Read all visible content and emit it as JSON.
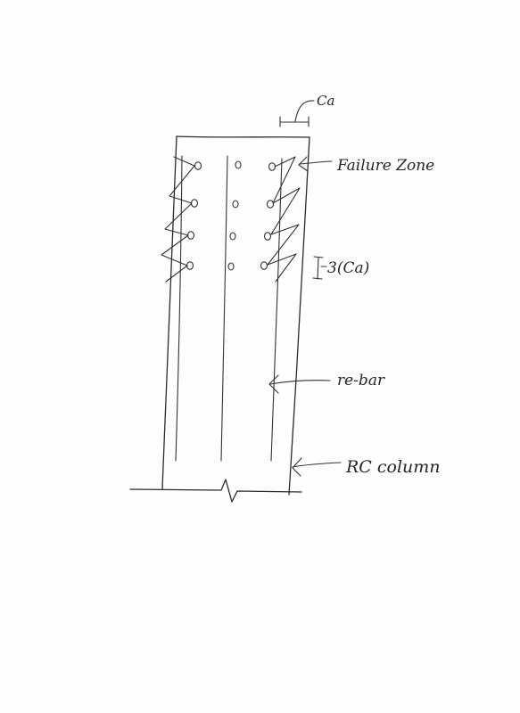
{
  "labels": {
    "ca": "Ca",
    "failure_zone": "Failure Zone",
    "spacing": "3(Ca)",
    "rebar": "re-bar",
    "column": "RC column"
  }
}
